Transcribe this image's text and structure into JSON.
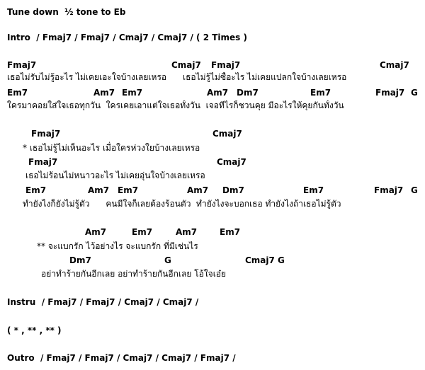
{
  "header": {
    "tuning": "Tune down  ½ tone to Eb"
  },
  "intro": {
    "line": "Intro  / Fmaj7 / Fmaj7 / Cmaj7 / Cmaj7 / ( 2 Times )"
  },
  "verse1": {
    "c1": [
      {
        "text": "Fmaj7"
      },
      {
        "text": "Cmaj7"
      },
      {
        "text": "Fmaj7"
      },
      {
        "text": "Cmaj7"
      }
    ],
    "l1": "เธอไม่รับไม่รู้อะไร ไม่เคยเอะใจบ้างเลยเหรอ      เธอไม่รู้ไม่ซื้อะไร ไม่เคยแปลกใจบ้างเลยเหรอ",
    "c2": [
      {
        "text": "Em7"
      },
      {
        "text": "Am7"
      },
      {
        "text": "Em7"
      },
      {
        "text": "Am7"
      },
      {
        "text": "Dm7"
      },
      {
        "text": "Em7"
      },
      {
        "text": "Fmaj7"
      },
      {
        "text": "G"
      }
    ],
    "l2": "ใครมาคอยใส่ใจเธอทุกวัน  ใครเคยเอาแต่ใจเธอทั้งวัน  เจอที่ไรก็ชวนคุย มีอะไรให้คุยกันทั้งวัน"
  },
  "chorus": {
    "c1": [
      {
        "text": "Fmaj7"
      },
      {
        "text": "Cmaj7"
      }
    ],
    "l1": "* เธอไม่รู้ไม่เห็นอะไร เมื่อใครห่วงใยบ้างเลยเหรอ",
    "c2": [
      {
        "text": "Fmaj7"
      },
      {
        "text": "Cmaj7"
      }
    ],
    "l2": "เธอไม่ร้อนไม่หนาวอะไร ไม่เคยอุ่นใจบ้างเลยเหรอ",
    "c3": [
      {
        "text": "Em7"
      },
      {
        "text": "Am7"
      },
      {
        "text": "Em7"
      },
      {
        "text": "Am7"
      },
      {
        "text": "Dm7"
      },
      {
        "text": "Em7"
      },
      {
        "text": "Fmaj7"
      },
      {
        "text": "G"
      }
    ],
    "l3": "ทำยังไงก็ยังไม่รู้ตัว      คนมีใจก็เลยต้องร้อนตัว  ทำยังไงจะบอกเธอ ทำยังไงถ้าเธอไม่รู้ตัว"
  },
  "bridge": {
    "c1": [
      {
        "text": "Am7"
      },
      {
        "text": "Em7"
      },
      {
        "text": "Am7"
      },
      {
        "text": "Em7"
      }
    ],
    "l1": "** จะแบกรัก ไว้อย่างไร จะแบกรัก ที่มีเช่นไร",
    "c2": [
      {
        "text": "Dm7"
      },
      {
        "text": "G"
      },
      {
        "text": "Cmaj7 G"
      }
    ],
    "l2": "อย่าทำร้ายกันอีกเลย อย่าทำร้ายกันอีกเลย โอ้ใจเอ๋ย"
  },
  "instru": {
    "line": "Instru  / Fmaj7 / Fmaj7 / Cmaj7 / Cmaj7 /"
  },
  "repeat": {
    "line": "( * , ** , ** )"
  },
  "outro": {
    "line": "Outro  / Fmaj7 / Fmaj7 / Cmaj7 / Cmaj7 / Fmaj7 /"
  }
}
